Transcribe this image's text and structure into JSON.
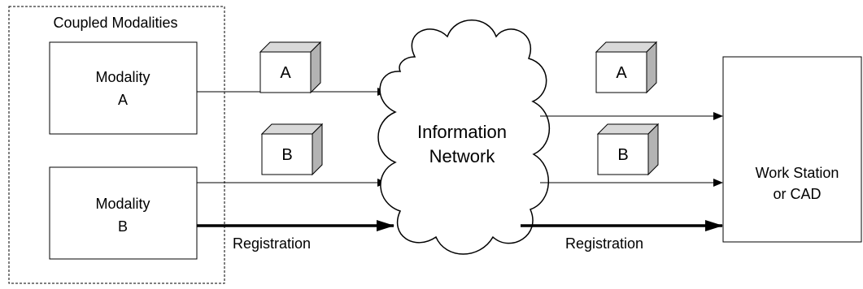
{
  "group": {
    "label": "Coupled Modalities"
  },
  "modality_a": {
    "line1": "Modality",
    "line2": "A"
  },
  "modality_b": {
    "line1": "Modality",
    "line2": "B"
  },
  "network": {
    "line1": "Information",
    "line2": "Network"
  },
  "workstation": {
    "line1": "Work Station",
    "line2": "or CAD"
  },
  "packets": {
    "a_left": "A",
    "b_left": "B",
    "a_right": "A",
    "b_right": "B"
  },
  "registration_left": "Registration",
  "registration_right": "Registration",
  "colors": {
    "stroke": "#000000",
    "cube_front": "#ffffff",
    "cube_side": "#b3b3b3",
    "cube_top": "#d9d9d9"
  }
}
